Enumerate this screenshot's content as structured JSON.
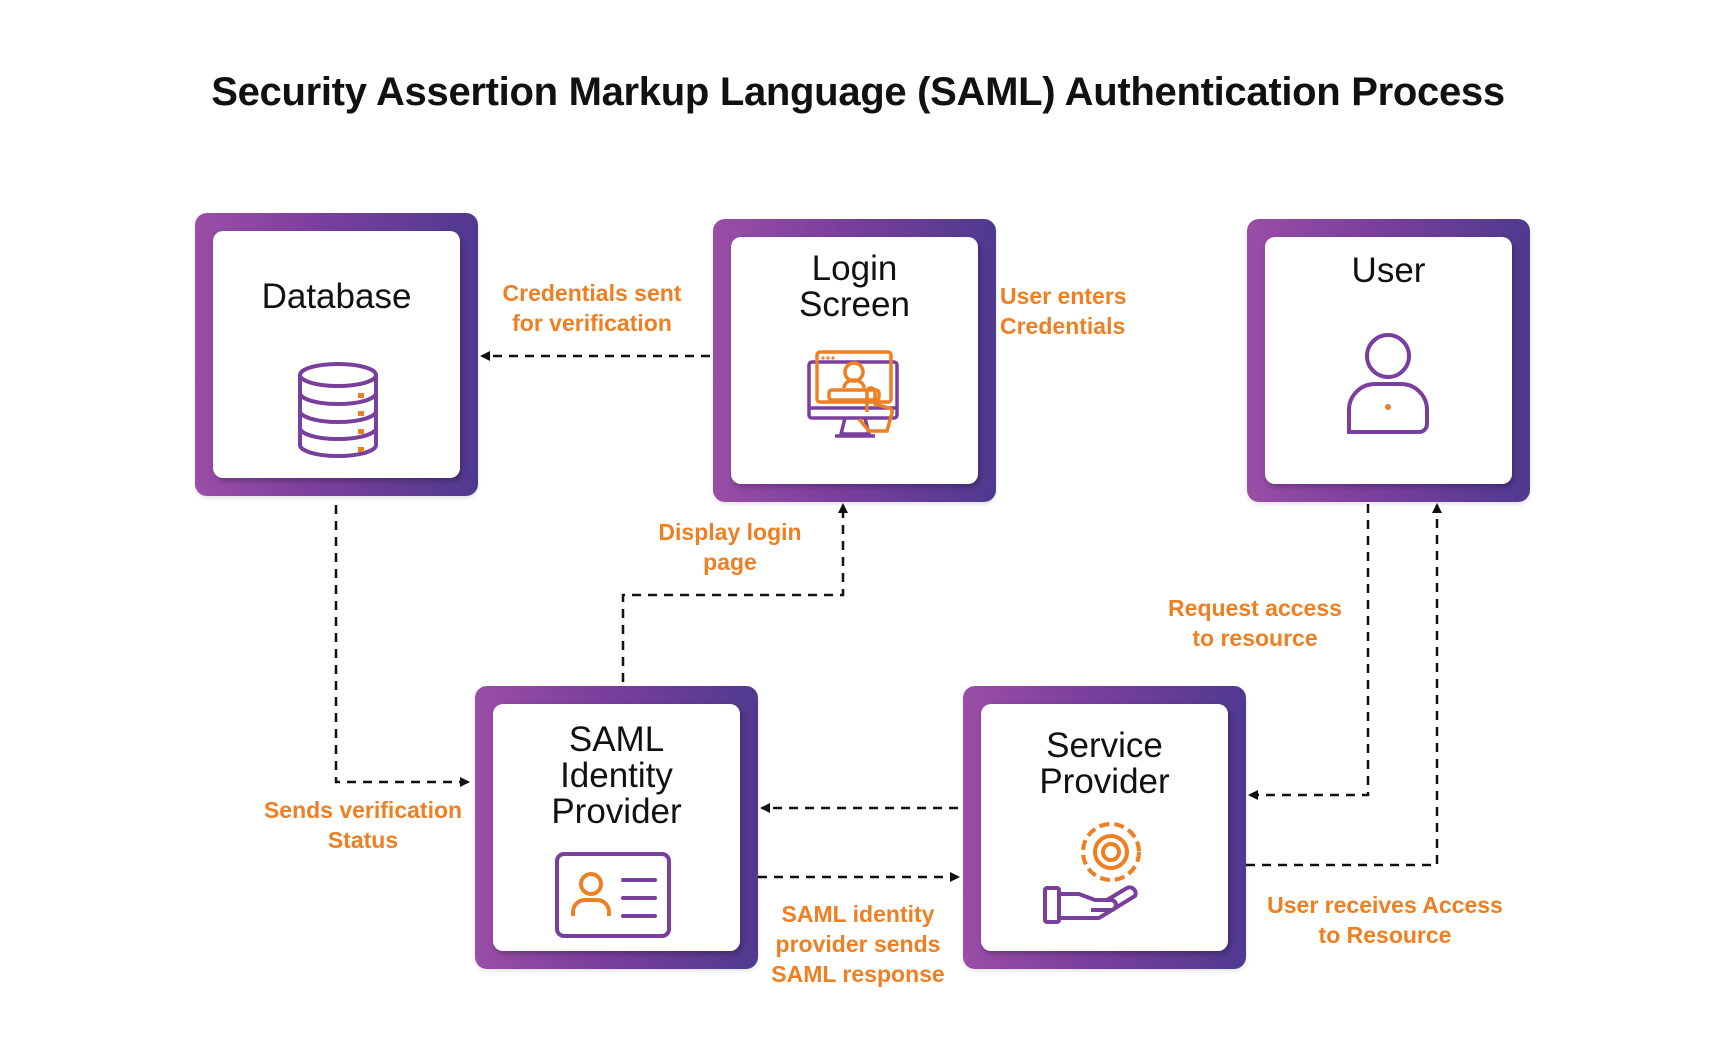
{
  "title": "Security Assertion Markup Language (SAML) Authentication Process",
  "colors": {
    "accent_orange": "#ee7f22",
    "purple": "#7a3f9d",
    "purple_dark": "#4f3a8f",
    "arrow": "#111111"
  },
  "nodes": {
    "database": {
      "label": "Database",
      "icon": "database-icon"
    },
    "login": {
      "label": "Login\nScreen",
      "icon": "login-screen-icon"
    },
    "user": {
      "label": "User",
      "icon": "user-icon"
    },
    "idp": {
      "label": "SAML\nIdentity\nProvider",
      "icon": "id-card-icon"
    },
    "sp": {
      "label": "Service\nProvider",
      "icon": "service-gear-hand-icon"
    }
  },
  "flows": {
    "credentials_sent": "Credentials sent\nfor verification",
    "user_enters": "User enters\nCredentials",
    "display_login": "Display login\npage",
    "request_access": "Request access\nto resource",
    "sends_verification": "Sends verification\nStatus",
    "saml_response": "SAML identity\nprovider sends\nSAML response",
    "user_receives": "User receives Access\nto Resource"
  }
}
